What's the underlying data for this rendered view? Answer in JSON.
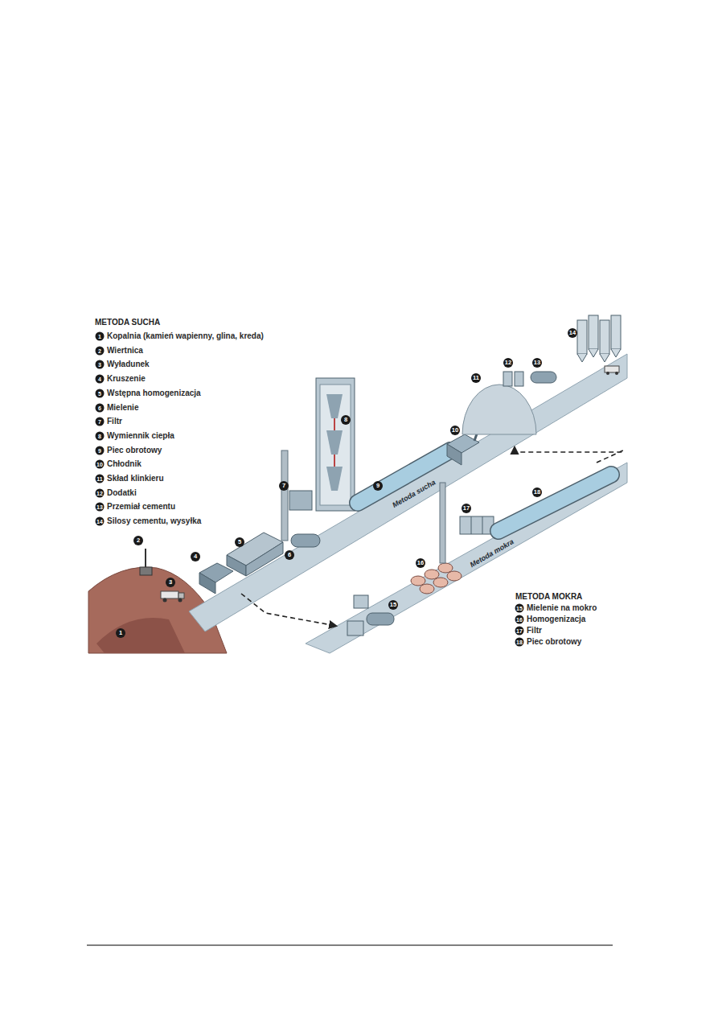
{
  "diagram": {
    "labels": [
      "METODA SUCHA",
      "1",
      "Kopalnia (kamień wapienny, glina, kreda)",
      "2",
      "Wiertnica",
      "3",
      "Wyładunek",
      "4",
      "Kruszenie",
      "5",
      "Wstępna homogenizacja",
      "6",
      "Mielenie",
      "7",
      "Filtr",
      "8",
      "Wymiennik ciepła",
      "9",
      "Piec obrotowy",
      "10",
      "Chłodnik",
      "11",
      "Skład klinkieru",
      "12",
      "Dodatki",
      "13",
      "Przemiał cementu",
      "14",
      "Silosy cementu, wysyłka",
      "METODA MOKRA",
      "15",
      "Mielenie na mokro",
      "16",
      "Homogenizacja",
      "17",
      "Filtr",
      "18",
      "Piec obrotowy",
      "1",
      "2",
      "3",
      "4",
      "5",
      "6",
      "7",
      "8",
      "9",
      "10",
      "11",
      "12",
      "13",
      "14",
      "15",
      "16",
      "17",
      "18",
      "Metoda sucha",
      "Metoda mokra"
    ]
  }
}
